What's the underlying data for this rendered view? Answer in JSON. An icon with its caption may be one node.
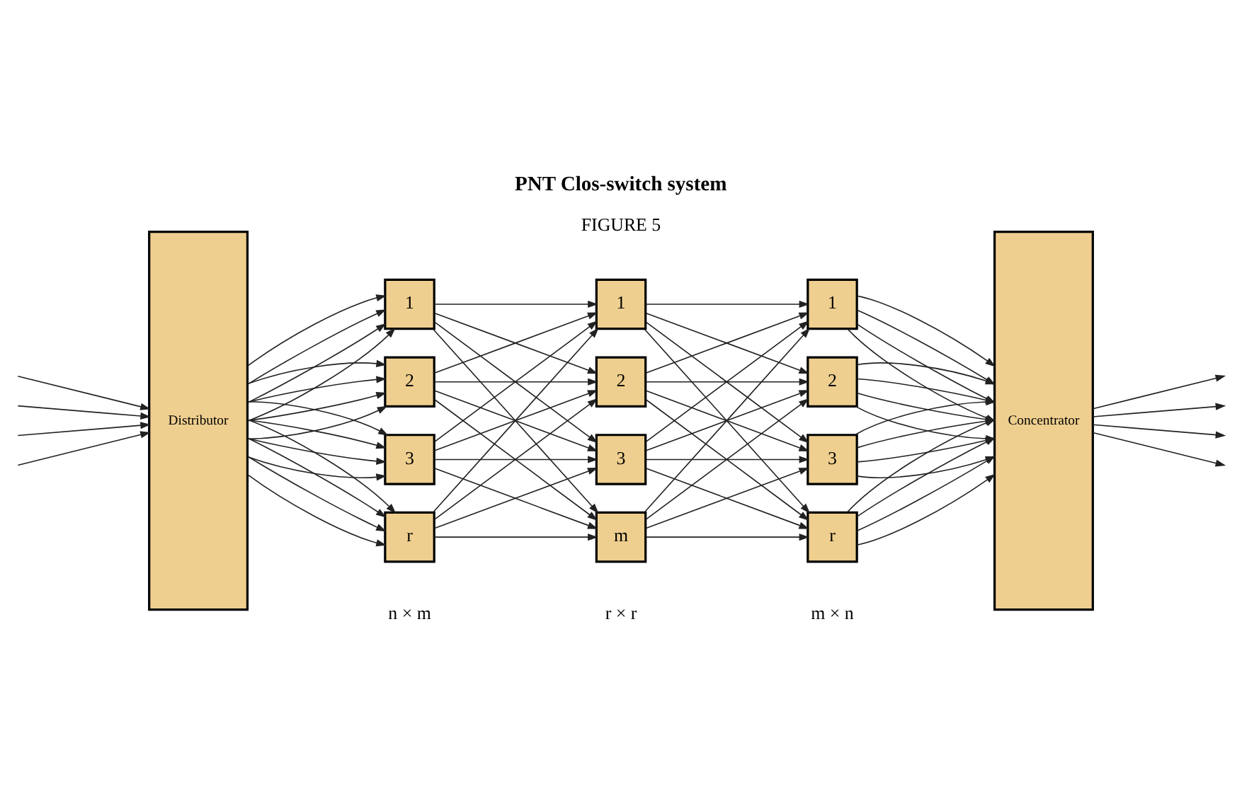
{
  "diagram": {
    "title": "PNT Clos-switch system",
    "nodes": [
      {
        "text": [
          "Distributor"
        ]
      },
      {
        "text": [
          "1"
        ]
      },
      {
        "text": [
          "2"
        ]
      },
      {
        "text": [
          "3"
        ]
      },
      {
        "text": [
          "r"
        ]
      },
      {
        "text": [
          "1"
        ]
      },
      {
        "text": [
          "2"
        ]
      },
      {
        "text": [
          "3"
        ]
      },
      {
        "text": [
          "m"
        ]
      },
      {
        "text": [
          "1"
        ]
      },
      {
        "text": [
          "2"
        ]
      },
      {
        "text": [
          "3"
        ]
      },
      {
        "text": [
          "r"
        ]
      },
      {
        "text": [
          "Concentrator"
        ]
      }
    ],
    "edges": [
      {
        "from": null,
        "to": 0,
        "arrow": "to"
      },
      {
        "from": null,
        "to": 0,
        "arrow": "to"
      },
      {
        "from": null,
        "to": 0,
        "arrow": "to"
      },
      {
        "from": null,
        "to": 0,
        "arrow": "to"
      },
      {
        "from": 0,
        "to": 1,
        "arrow": "to"
      },
      {
        "from": 0,
        "to": 1,
        "arrow": "to"
      },
      {
        "from": 0,
        "to": 1,
        "arrow": "to"
      },
      {
        "from": 0,
        "to": 1,
        "arrow": "to"
      },
      {
        "from": 0,
        "to": 2,
        "arrow": "to"
      },
      {
        "from": 0,
        "to": 2,
        "arrow": "to"
      },
      {
        "from": 0,
        "to": 2,
        "arrow": "to"
      },
      {
        "from": 0,
        "to": 2,
        "arrow": "to"
      },
      {
        "from": 0,
        "to": 3,
        "arrow": "to"
      },
      {
        "from": 0,
        "to": 3,
        "arrow": "to"
      },
      {
        "from": 0,
        "to": 3,
        "arrow": "to"
      },
      {
        "from": 0,
        "to": 3,
        "arrow": "to"
      },
      {
        "from": 0,
        "to": 4,
        "arrow": "to"
      },
      {
        "from": 0,
        "to": 4,
        "arrow": "to"
      },
      {
        "from": 0,
        "to": 4,
        "arrow": "to"
      },
      {
        "from": 0,
        "to": 4,
        "arrow": "to"
      },
      {
        "from": 1,
        "to": 5,
        "arrow": "to"
      },
      {
        "from": 1,
        "to": 6,
        "arrow": "to"
      },
      {
        "from": 1,
        "to": 7,
        "arrow": "to"
      },
      {
        "from": 1,
        "to": 8,
        "arrow": "to"
      },
      {
        "from": 2,
        "to": 5,
        "arrow": "to"
      },
      {
        "from": 2,
        "to": 6,
        "arrow": "to"
      },
      {
        "from": 2,
        "to": 7,
        "arrow": "to"
      },
      {
        "from": 2,
        "to": 8,
        "arrow": "to"
      },
      {
        "from": 3,
        "to": 5,
        "arrow": "to"
      },
      {
        "from": 3,
        "to": 6,
        "arrow": "to"
      },
      {
        "from": 3,
        "to": 7,
        "arrow": "to"
      },
      {
        "from": 3,
        "to": 8,
        "arrow": "to"
      },
      {
        "from": 4,
        "to": 5,
        "arrow": "to"
      },
      {
        "from": 4,
        "to": 6,
        "arrow": "to"
      },
      {
        "from": 4,
        "to": 7,
        "arrow": "to"
      },
      {
        "from": 4,
        "to": 8,
        "arrow": "to"
      },
      {
        "from": 5,
        "to": 9,
        "arrow": "to"
      },
      {
        "from": 5,
        "to": 10,
        "arrow": "to"
      },
      {
        "from": 5,
        "to": 11,
        "arrow": "to"
      },
      {
        "from": 5,
        "to": 12,
        "arrow": "to"
      },
      {
        "from": 6,
        "to": 9,
        "arrow": "to"
      },
      {
        "from": 6,
        "to": 10,
        "arrow": "to"
      },
      {
        "from": 6,
        "to": 11,
        "arrow": "to"
      },
      {
        "from": 6,
        "to": 12,
        "arrow": "to"
      },
      {
        "from": 7,
        "to": 9,
        "arrow": "to"
      },
      {
        "from": 7,
        "to": 10,
        "arrow": "to"
      },
      {
        "from": 7,
        "to": 11,
        "arrow": "to"
      },
      {
        "from": 7,
        "to": 12,
        "arrow": "to"
      },
      {
        "from": 8,
        "to": 9,
        "arrow": "to"
      },
      {
        "from": 8,
        "to": 10,
        "arrow": "to"
      },
      {
        "from": 8,
        "to": 11,
        "arrow": "to"
      },
      {
        "from": 8,
        "to": 12,
        "arrow": "to"
      },
      {
        "from": 9,
        "to": 13,
        "arrow": "to"
      },
      {
        "from": 9,
        "to": 13,
        "arrow": "to"
      },
      {
        "from": 9,
        "to": 13,
        "arrow": "to"
      },
      {
        "from": 9,
        "to": 13,
        "arrow": "to"
      },
      {
        "from": 10,
        "to": 13,
        "arrow": "to"
      },
      {
        "from": 10,
        "to": 13,
        "arrow": "to"
      },
      {
        "from": 10,
        "to": 13,
        "arrow": "to"
      },
      {
        "from": 10,
        "to": 13,
        "arrow": "to"
      },
      {
        "from": 11,
        "to": 13,
        "arrow": "to"
      },
      {
        "from": 11,
        "to": 13,
        "arrow": "to"
      },
      {
        "from": 11,
        "to": 13,
        "arrow": "to"
      },
      {
        "from": 11,
        "to": 13,
        "arrow": "to"
      },
      {
        "from": 12,
        "to": 13,
        "arrow": "to"
      },
      {
        "from": 12,
        "to": 13,
        "arrow": "to"
      },
      {
        "from": 12,
        "to": 13,
        "arrow": "to"
      },
      {
        "from": 12,
        "to": 13,
        "arrow": "to"
      },
      {
        "from": 13,
        "to": null,
        "arrow": "to"
      },
      {
        "from": 13,
        "to": null,
        "arrow": "to"
      },
      {
        "from": 13,
        "to": null,
        "arrow": "to"
      },
      {
        "from": 13,
        "to": null,
        "arrow": "to"
      }
    ],
    "labels": [
      "FIGURE 5",
      "n × m",
      "r × r",
      "m × n"
    ]
  }
}
